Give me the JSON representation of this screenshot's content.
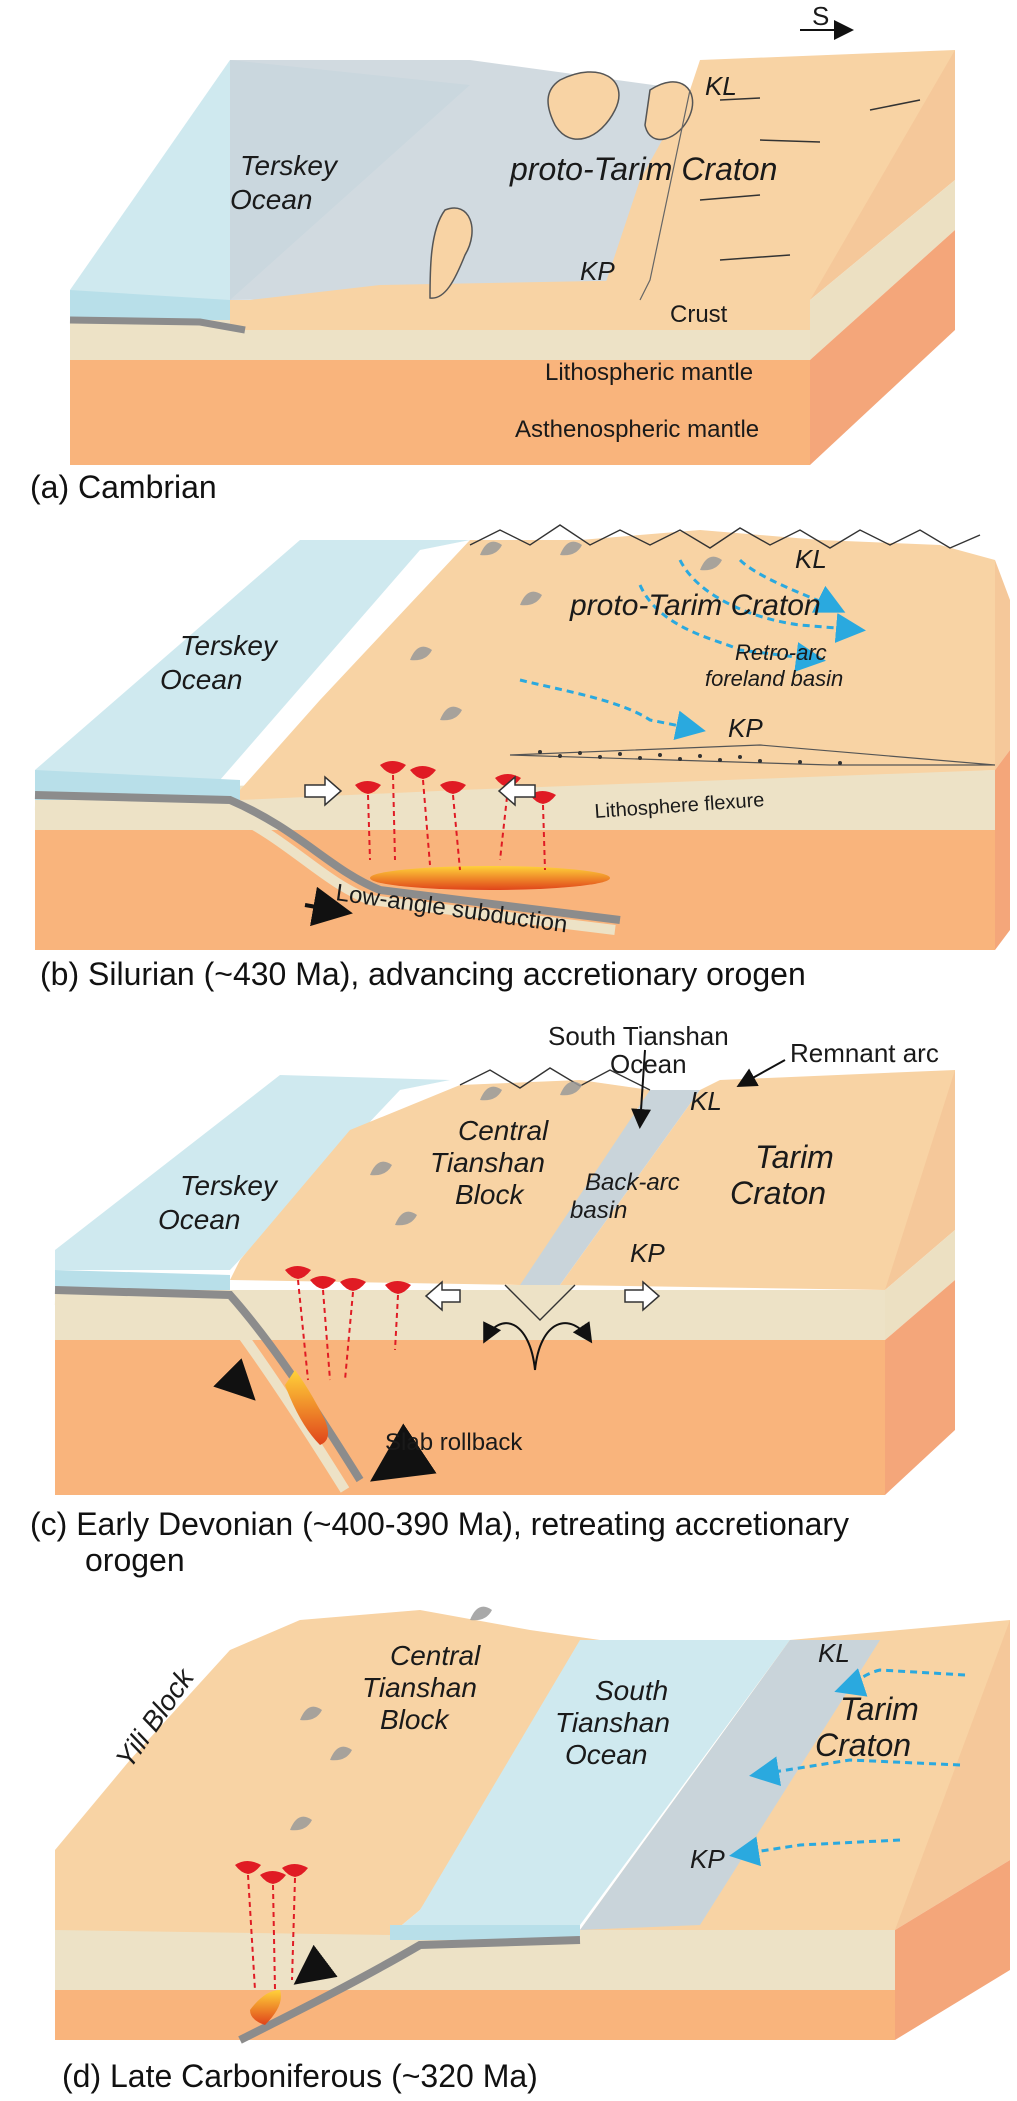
{
  "colors": {
    "crust": "#f8d3a4",
    "crust_side": "#f3c08f",
    "litho": "#ede2c6",
    "astheno": "#f9b47c",
    "ocean": "#cfe9ef",
    "ocean_deep": "#b8dfe9",
    "basin": "#c9d6dc",
    "melt": "#e85a1d",
    "plume": "#e01b24",
    "arrow_blue": "#2aa9df"
  },
  "panels": [
    {
      "caption": "(a) Cambrian",
      "labels": {
        "north_arrow": "S",
        "ocean": "Terskey\nOcean",
        "craton": "proto-Tarim Craton",
        "kl": "KL",
        "kp": "KP",
        "crust": "Crust",
        "litho": "Lithospheric mantle",
        "astheno": "Asthenospheric mantle"
      }
    },
    {
      "caption": "(b) Silurian (~430 Ma), advancing accretionary orogen",
      "labels": {
        "ocean": "Terskey\nOcean",
        "craton": "proto-Tarim Craton",
        "kl": "KL",
        "kp": "KP",
        "basin": "Retro-arc\nforeland basin",
        "flexure": "Lithosphere flexure",
        "subduction": "Low-angle subduction"
      }
    },
    {
      "caption": "(c) Early Devonian (~400-390 Ma), retreating accretionary\n orogen",
      "labels": {
        "south_ocean": "South Tianshan\nOcean",
        "remnant_arc": "Remnant arc",
        "ocean": "Terskey\nOcean",
        "block": "Central\nTianshan\nBlock",
        "backarc": "Back-arc\nbasin",
        "craton": "Tarim\nCraton",
        "kl": "KL",
        "kp": "KP",
        "rollback": "Slab rollback"
      }
    },
    {
      "caption": "(d) Late Carboniferous (~320 Ma)",
      "labels": {
        "yili": "Yili Block",
        "block": "Central\nTianshan\nBlock",
        "south_ocean": "South\nTianshan\nOcean",
        "kl": "KL",
        "craton": "Tarim\nCraton",
        "kp": "KP"
      }
    }
  ]
}
